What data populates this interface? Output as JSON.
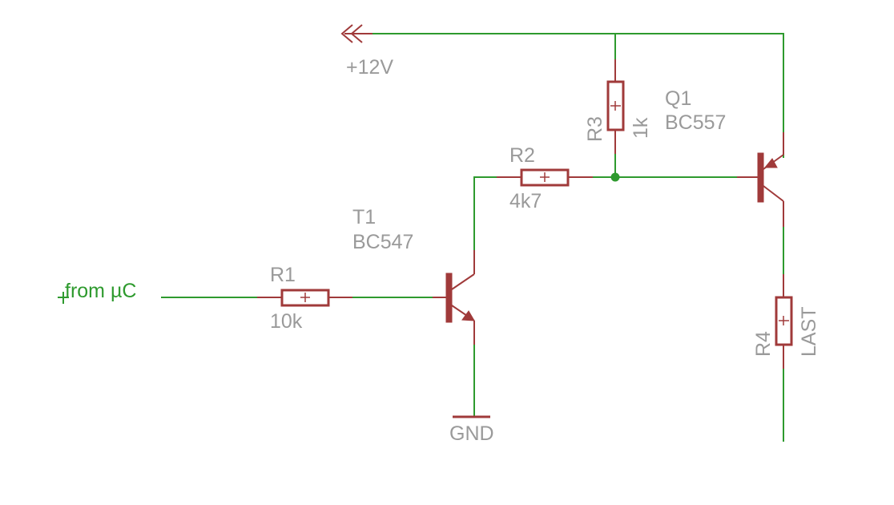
{
  "supply": {
    "label": "+12V"
  },
  "ground": {
    "label": "GND"
  },
  "input": {
    "label": "from µC"
  },
  "components": {
    "r1": {
      "name": "R1",
      "value": "10k"
    },
    "r2": {
      "name": "R2",
      "value": "4k7"
    },
    "r3": {
      "name": "R3",
      "value": "1k"
    },
    "r4": {
      "name": "R4",
      "value": "LAST"
    },
    "t1": {
      "name": "T1",
      "value": "BC547"
    },
    "q1": {
      "name": "Q1",
      "value": "BC557"
    }
  },
  "colors": {
    "wire": "#2e9a2e",
    "part": "#a03a3a",
    "label": "#9a9a9a",
    "background": "#ffffff"
  }
}
